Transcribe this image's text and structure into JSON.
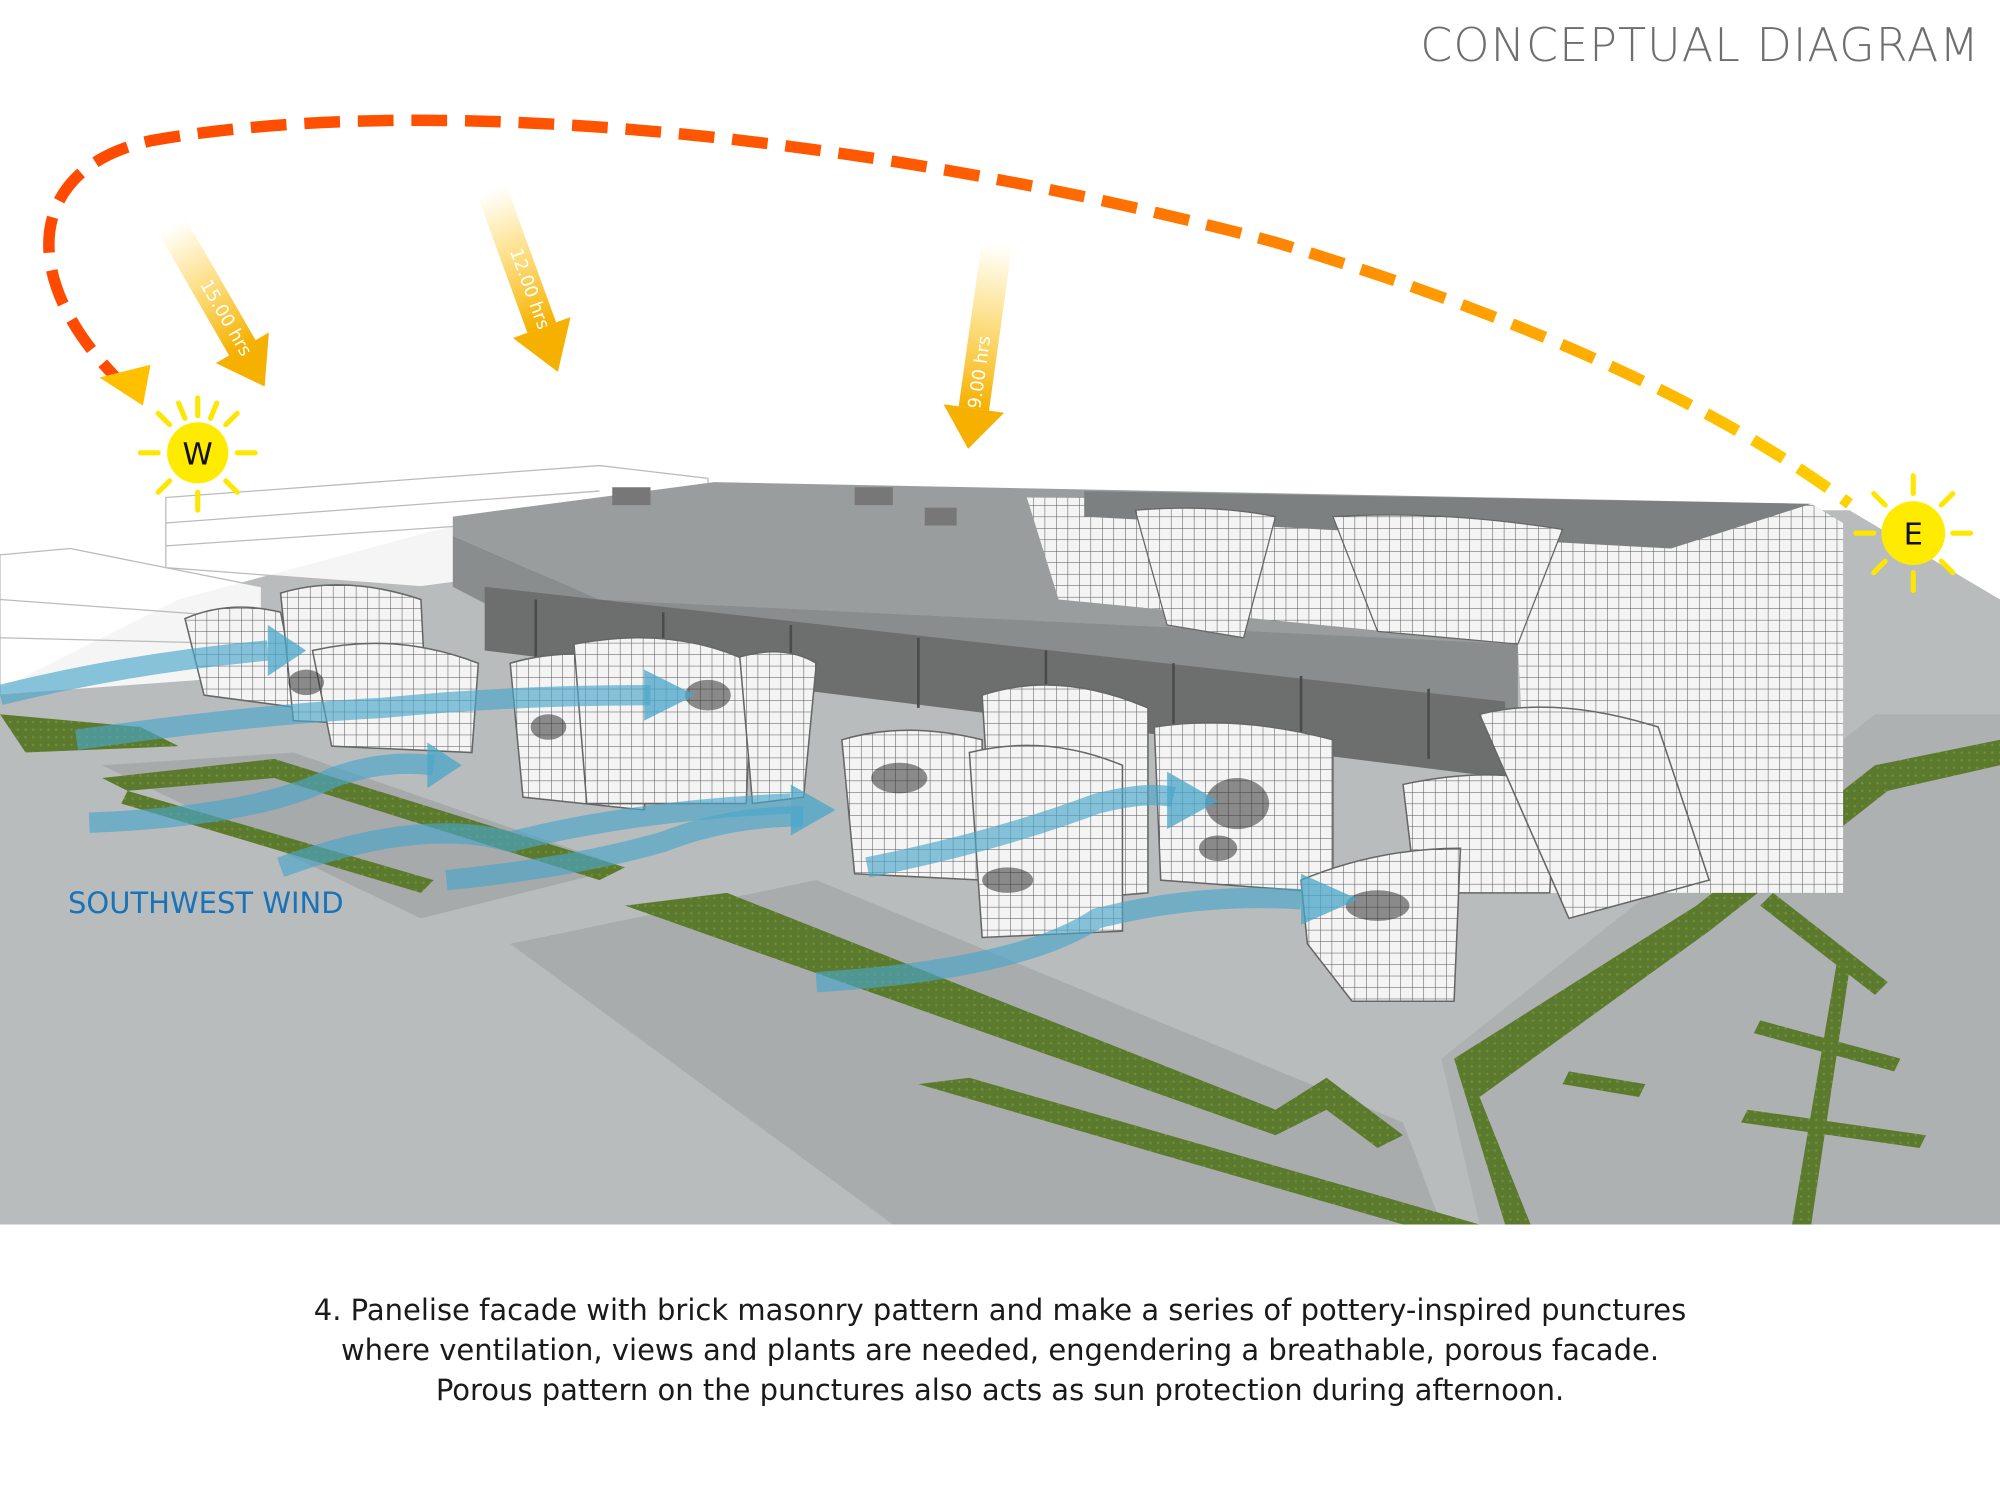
{
  "title": "CONCEPTUAL DIAGRAM",
  "sun_markers": {
    "west": "W",
    "east": "E"
  },
  "sun_times": [
    "15.00 hrs",
    "12.00 hrs",
    "9.00 hrs"
  ],
  "wind_label": "SOUTHWEST WIND",
  "caption": [
    "4. Panelise facade with brick masonry pattern and make a series of pottery-inspired punctures",
    "where ventilation, views and plants are needed, engendering a breathable, porous facade.",
    "Porous pattern on the punctures also acts as sun protection during afternoon."
  ],
  "colors": {
    "sun_path_start": "#ff3d00",
    "sun_path_end": "#ffd400",
    "wind": "#4aa6c9",
    "ground": "#b9bcbc",
    "grass": "#5c7a2e"
  }
}
